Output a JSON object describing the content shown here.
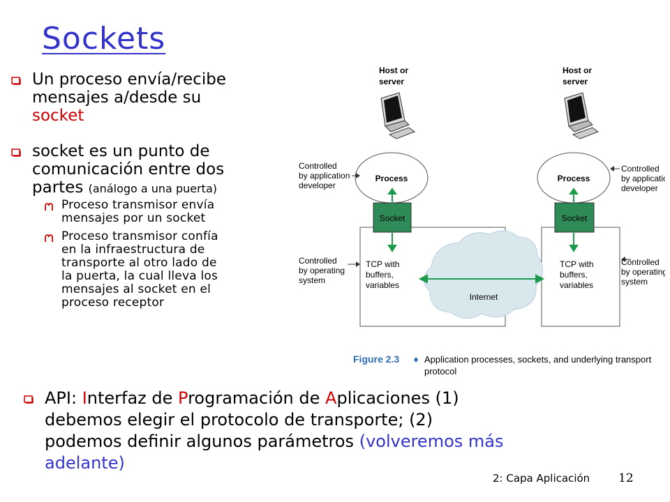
{
  "title": "Sockets",
  "bullets": [
    {
      "lines": [
        "Un proceso envía/recibe",
        "mensajes a/desde su"
      ],
      "red": "socket"
    },
    {
      "lines": [
        "socket es un punto de",
        "comunicación entre dos"
      ],
      "last": "partes",
      "small": "(análogo a una puerta)"
    }
  ],
  "subbullets": [
    {
      "lines": [
        "Proceso transmisor envía",
        "mensajes por un socket"
      ]
    },
    {
      "lines": [
        "Proceso transmisor confía",
        "en la infraestructura de",
        "transporte al otro lado de",
        "la puerta, la cual lleva los",
        "mensajes al socket en el",
        "proceso receptor"
      ]
    }
  ],
  "api": {
    "prefix": "API: ",
    "i_letter": "I",
    "i_rest": "nterfaz de ",
    "p_letter": "P",
    "p_rest": "rogramación de ",
    "a_letter": "A",
    "a_rest": "plicaciones (1)",
    "line2": "debemos elegir el protocolo de transporte; (2)",
    "line3": "podemos definir algunos parámetros",
    "blue_a": "(volveremos más",
    "blue_b": "adelante)"
  },
  "figure": {
    "host_label_1": "Host or",
    "host_label_2": "server",
    "process": "Process",
    "socket": "Socket",
    "tcp_1": "TCP with",
    "tcp_2": "buffers,",
    "tcp_3": "variables",
    "internet": "Internet",
    "ctrl_app_1": "Controlled",
    "ctrl_app_2": "by application",
    "ctrl_app_3": "developer",
    "ctrl_os_1": "Controlled",
    "ctrl_os_2": "by operating",
    "ctrl_os_3": "system",
    "caption_label": "Figure 2.3",
    "caption_line1": "Application processes, sockets, and underlying transport",
    "caption_line2": "protocol",
    "socket_color": "#2e8b57",
    "arrow_color": "#1a9a4a"
  },
  "footer": "2: Capa Aplicación",
  "page_number": "12"
}
